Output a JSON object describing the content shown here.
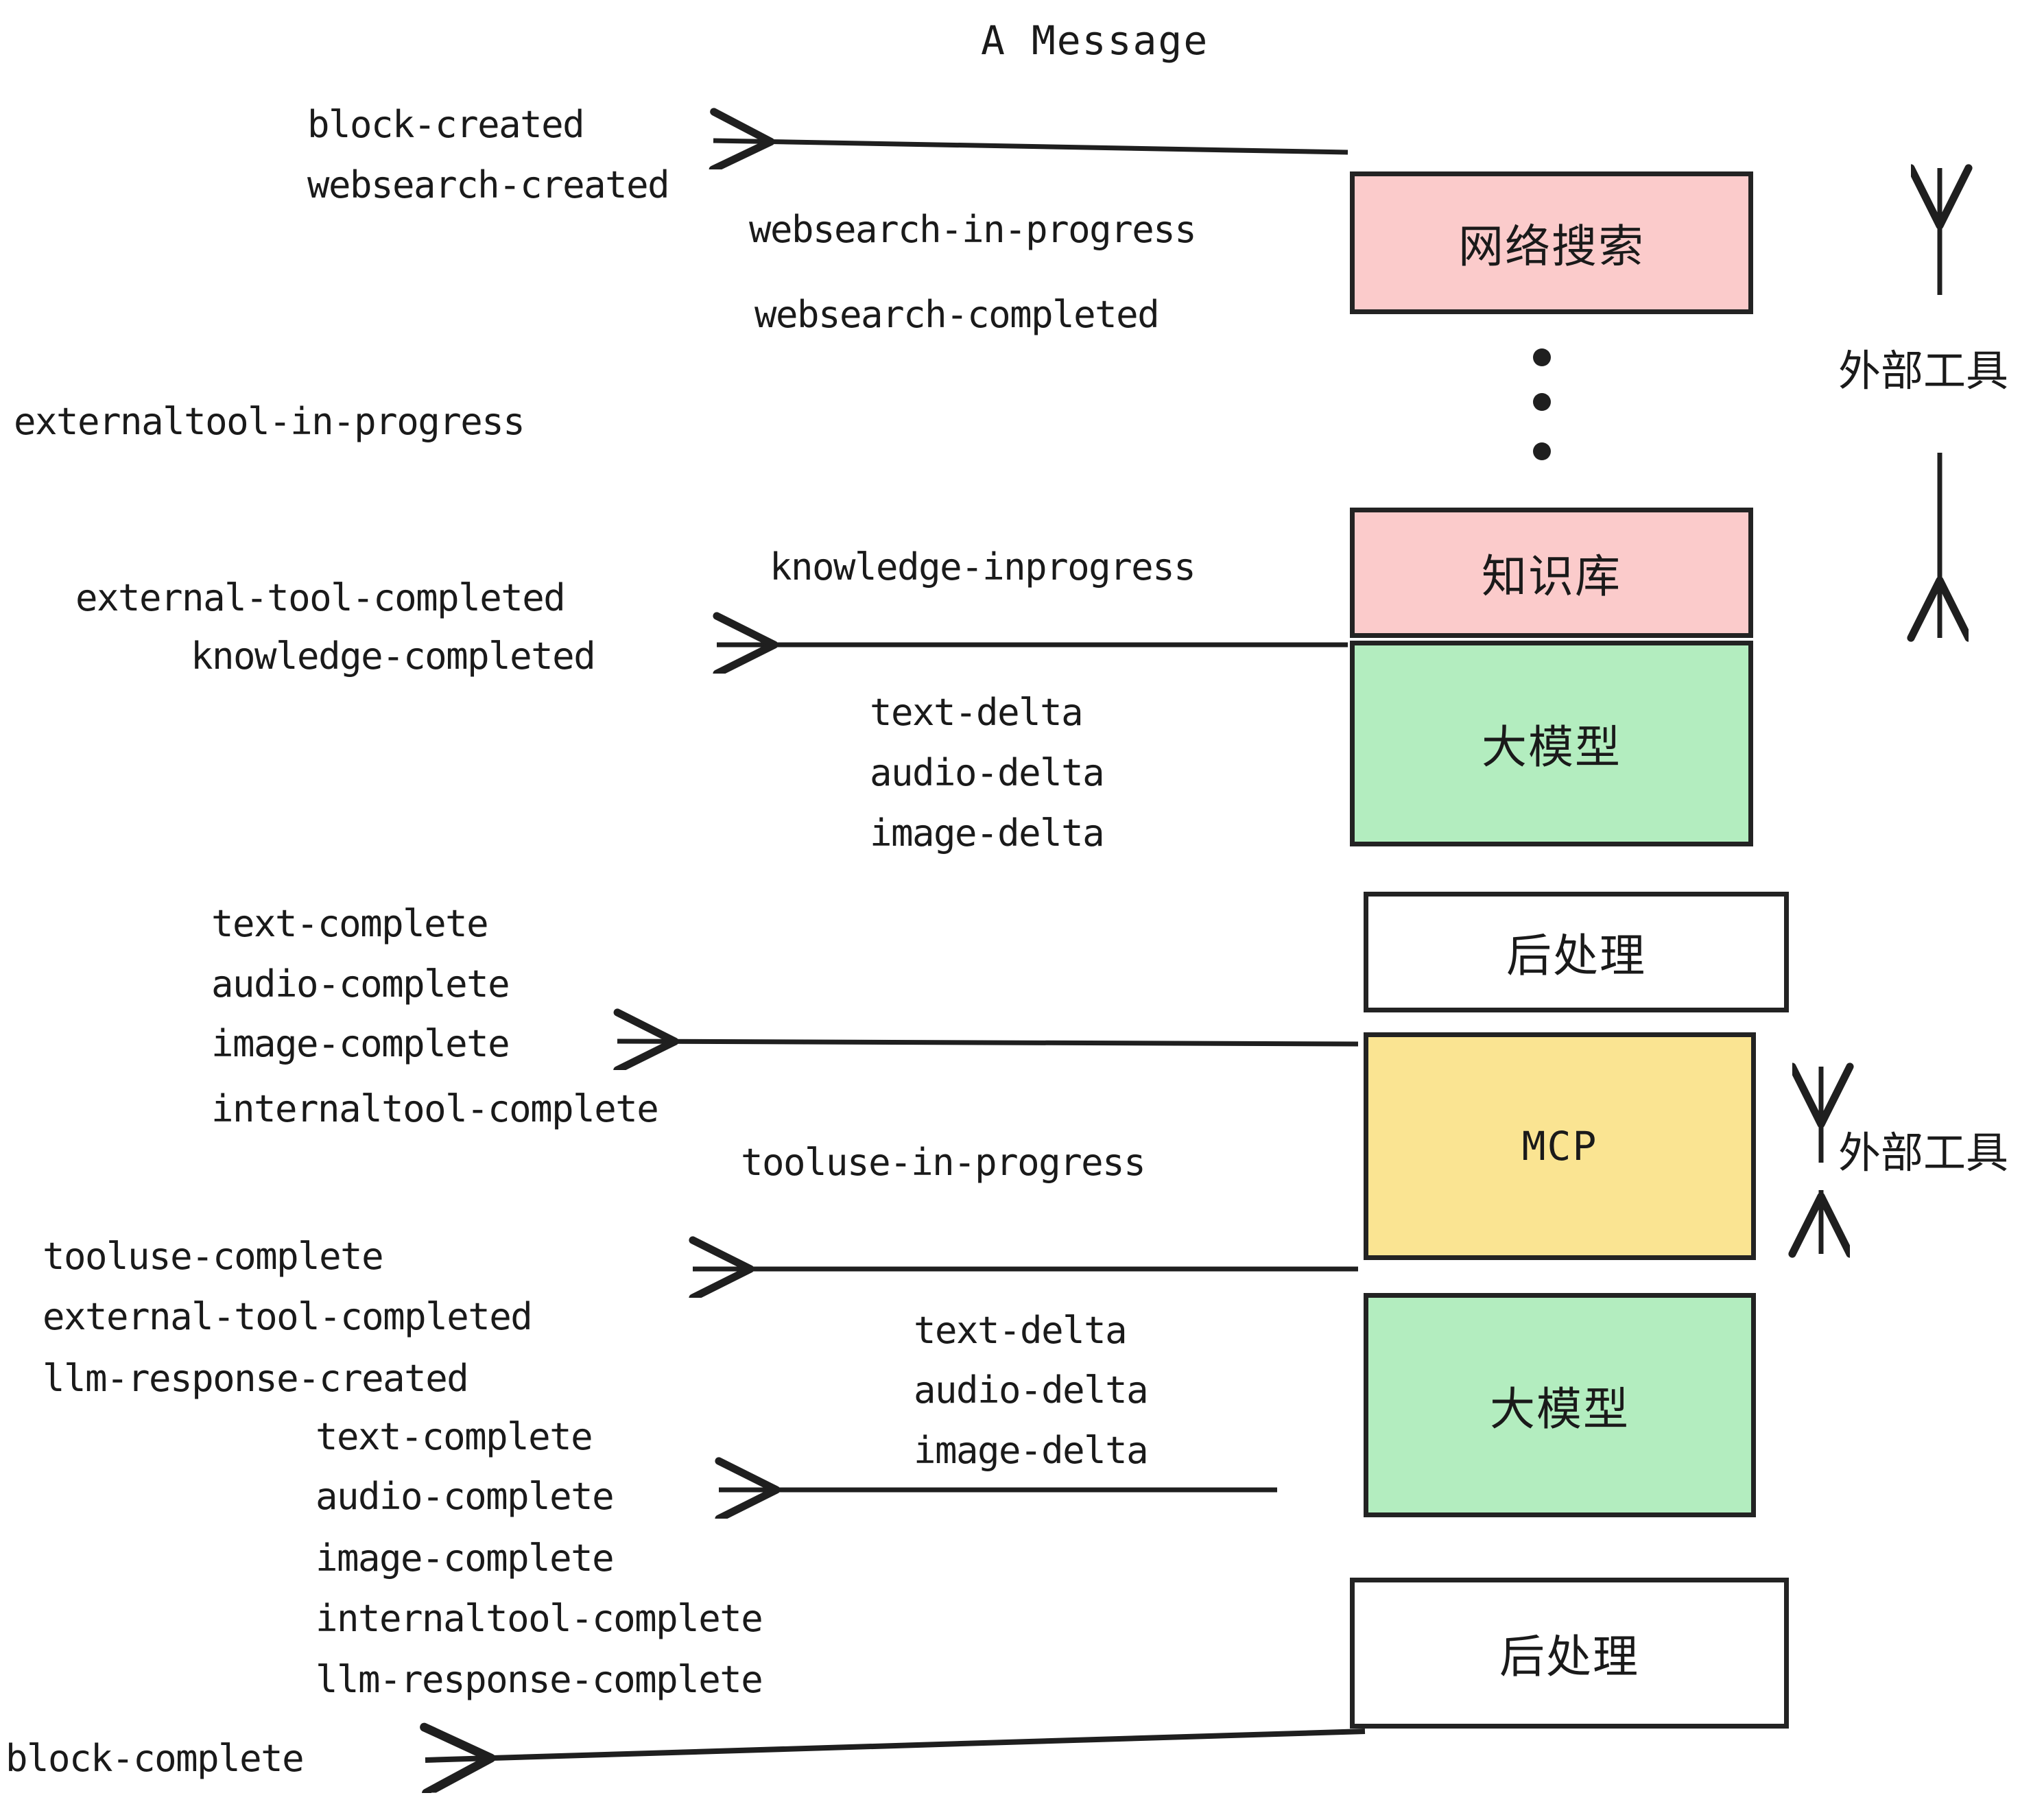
{
  "title": "A Message",
  "colors": {
    "pink": "#FBCBCB",
    "green": "#B3EDBF",
    "yellow": "#FAE492",
    "white": "#FFFFFF",
    "stroke": "#232323",
    "text": "#1A1A1A",
    "background": "#FFFFFF"
  },
  "boxes": [
    {
      "id": "websearch",
      "label": "网络搜索",
      "fill": "pink"
    },
    {
      "id": "knowledge",
      "label": "知识库",
      "fill": "pink"
    },
    {
      "id": "llm-1",
      "label": "大模型",
      "fill": "green"
    },
    {
      "id": "postprocess-1",
      "label": "后处理",
      "fill": "white"
    },
    {
      "id": "mcp",
      "label": "MCP",
      "fill": "yellow"
    },
    {
      "id": "llm-2",
      "label": "大模型",
      "fill": "green"
    },
    {
      "id": "postprocess-2",
      "label": "后处理",
      "fill": "white"
    }
  ],
  "side_labels": [
    {
      "id": "external-tools-top",
      "label": "外部工具"
    },
    {
      "id": "external-tools-bottom",
      "label": "外部工具"
    }
  ],
  "events": [
    {
      "id": "block-created",
      "label": "block-created"
    },
    {
      "id": "websearch-created",
      "label": "websearch-created"
    },
    {
      "id": "websearch-in-progress",
      "label": "websearch-in-progress"
    },
    {
      "id": "websearch-completed",
      "label": "websearch-completed"
    },
    {
      "id": "externaltool-in-progress",
      "label": "externaltool-in-progress"
    },
    {
      "id": "knowledge-inprogress",
      "label": "knowledge-inprogress"
    },
    {
      "id": "external-tool-completed-1",
      "label": "external-tool-completed"
    },
    {
      "id": "knowledge-completed",
      "label": "knowledge-completed"
    },
    {
      "id": "text-delta-1",
      "label": "text-delta"
    },
    {
      "id": "audio-delta-1",
      "label": "audio-delta"
    },
    {
      "id": "image-delta-1",
      "label": "image-delta"
    },
    {
      "id": "text-complete-1",
      "label": "text-complete"
    },
    {
      "id": "audio-complete-1",
      "label": "audio-complete"
    },
    {
      "id": "image-complete-1",
      "label": "image-complete"
    },
    {
      "id": "internaltool-complete-1",
      "label": "internaltool-complete"
    },
    {
      "id": "tooluse-in-progress",
      "label": "tooluse-in-progress"
    },
    {
      "id": "tooluse-complete",
      "label": "tooluse-complete"
    },
    {
      "id": "external-tool-completed-2",
      "label": "external-tool-completed"
    },
    {
      "id": "llm-response-created",
      "label": "llm-response-created"
    },
    {
      "id": "text-delta-2",
      "label": "text-delta"
    },
    {
      "id": "audio-delta-2",
      "label": "audio-delta"
    },
    {
      "id": "image-delta-2",
      "label": "image-delta"
    },
    {
      "id": "text-complete-2",
      "label": "text-complete"
    },
    {
      "id": "audio-complete-2",
      "label": "audio-complete"
    },
    {
      "id": "image-complete-2",
      "label": "image-complete"
    },
    {
      "id": "internaltool-complete-2",
      "label": "internaltool-complete"
    },
    {
      "id": "llm-response-complete",
      "label": "llm-response-complete"
    },
    {
      "id": "block-complete",
      "label": "block-complete"
    }
  ]
}
